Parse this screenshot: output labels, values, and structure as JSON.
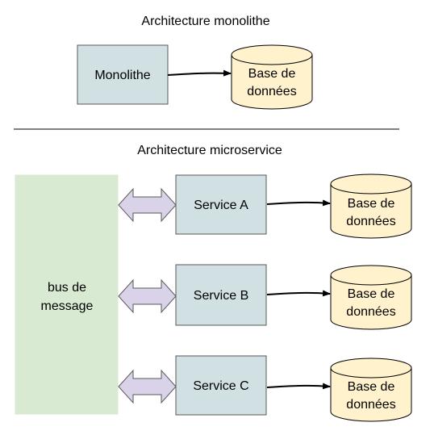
{
  "monolith_section": {
    "title": "Architecture monolithe",
    "app_label": "Monolithe",
    "database_label": [
      "Base de",
      "données"
    ]
  },
  "microservice_section": {
    "title": "Architecture microservice",
    "bus_label": [
      "bus de",
      "message"
    ],
    "services": [
      {
        "label": "Service A",
        "database_label": [
          "Base de",
          "données"
        ]
      },
      {
        "label": "Service B",
        "database_label": [
          "Base de",
          "données"
        ]
      },
      {
        "label": "Service C",
        "database_label": [
          "Base de",
          "données"
        ]
      }
    ]
  },
  "colors": {
    "box_fill": "#d0e0e3",
    "box_stroke": "#595959",
    "bus_fill": "#d9ead3",
    "db_fill": "#fff2cc",
    "db_stroke": "#000000",
    "double_arrow_fill": "#d9d2e9",
    "double_arrow_stroke": "#595959",
    "connector": "#000000",
    "divider": "#000000"
  }
}
